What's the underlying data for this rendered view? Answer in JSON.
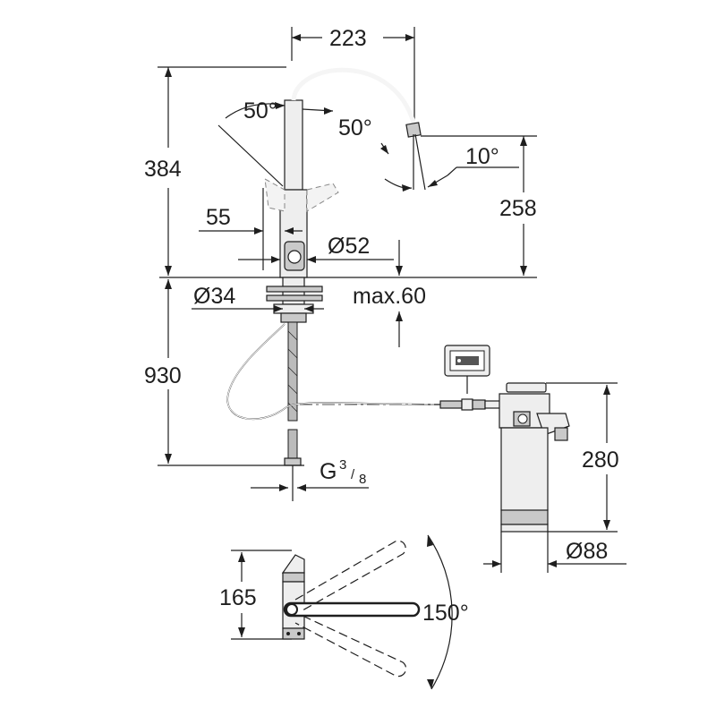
{
  "dimensions": {
    "width_spout": "223",
    "height_total": "384",
    "angle_left": "50°",
    "angle_right": "50°",
    "angle_spout": "10°",
    "height_outlet": "258",
    "offset_55": "55",
    "diameter_body": "Ø52",
    "diameter_hole": "Ø34",
    "max_thickness": "max.60",
    "hose_length": "930",
    "connection_g": "G",
    "connection_frac_num": "3",
    "connection_frac_den": "8",
    "filter_height": "280",
    "filter_diameter": "Ø88",
    "lever_length": "165",
    "swivel_angle": "150°"
  },
  "colors": {
    "line": "#1e1e1e",
    "part_fill": "#eeeeee",
    "part_dark": "#c9c9c9"
  },
  "icons": {
    "display_unit": "filter-display-icon"
  }
}
